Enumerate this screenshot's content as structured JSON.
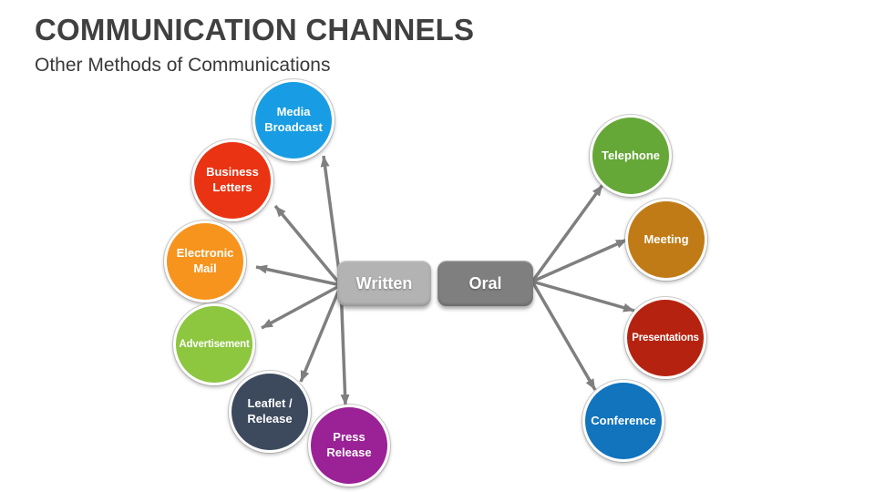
{
  "slide": {
    "title": "COMMUNICATION CHANNELS",
    "subtitle": "Other Methods of Communications"
  },
  "hubs": {
    "written": {
      "label": "Written",
      "color": "#b3b3b3"
    },
    "oral": {
      "label": "Oral",
      "color": "#7f7f7f"
    }
  },
  "written_nodes": [
    {
      "label": "Media Broadcast",
      "color": "#189de4"
    },
    {
      "label": "Business Letters",
      "color": "#e93312"
    },
    {
      "label": "Electronic Mail",
      "color": "#f7941e"
    },
    {
      "label": "Advertisement",
      "color": "#8dc63f"
    },
    {
      "label": "Leaflet / Release",
      "color": "#3d4a5d"
    },
    {
      "label": "Press Release",
      "color": "#9b2196"
    }
  ],
  "oral_nodes": [
    {
      "label": "Telephone",
      "color": "#66a837"
    },
    {
      "label": "Meeting",
      "color": "#c07b16"
    },
    {
      "label": "Presentations",
      "color": "#b52310"
    },
    {
      "label": "Conference",
      "color": "#1174bd"
    }
  ],
  "arrow_color": "#7f7f7f"
}
